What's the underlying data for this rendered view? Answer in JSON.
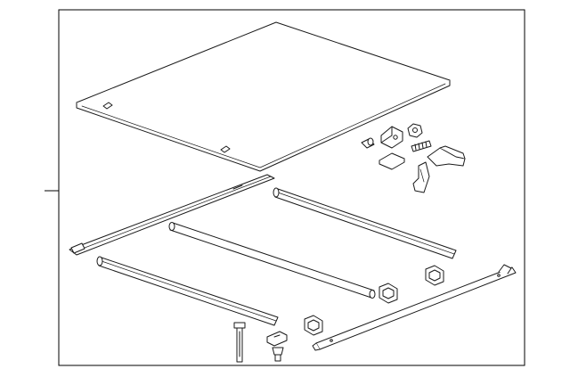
{
  "diagram": {
    "type": "exploded-parts-illustration",
    "colors": {
      "line": "#1a1a1a",
      "background": "#ffffff",
      "frame": "#000000"
    },
    "parts": [
      "tonneau-cover-panel",
      "front-side-rail",
      "rear-side-rail",
      "cross-bar-front",
      "cross-bar-middle",
      "cross-bar-rear",
      "clamp-bracket",
      "mounting-clip",
      "hardware-nut",
      "hardware-spacer",
      "hardware-stud",
      "hardware-block",
      "latch-handle-assembly",
      "latch-rod",
      "rail-bracket",
      "small-bracket",
      "push-pin"
    ]
  }
}
